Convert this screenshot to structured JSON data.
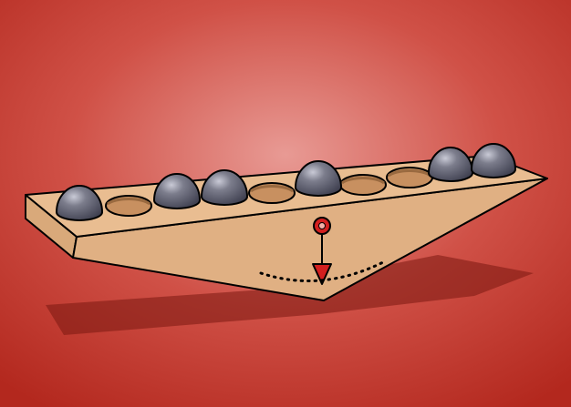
{
  "illustration": {
    "background_colors": {
      "center": "#e89a94",
      "mid": "#d05147",
      "edge": "#b3281e"
    },
    "board_colors": {
      "top": "#e9bd91",
      "side": "#d9a97a",
      "outline": "#000000"
    },
    "ball_color": "#6f7080",
    "marker_color": "#d21f1f",
    "slots": [
      "ball",
      "hole",
      "ball",
      "ball",
      "hole",
      "ball",
      "hole",
      "hole",
      "ball",
      "ball"
    ]
  }
}
